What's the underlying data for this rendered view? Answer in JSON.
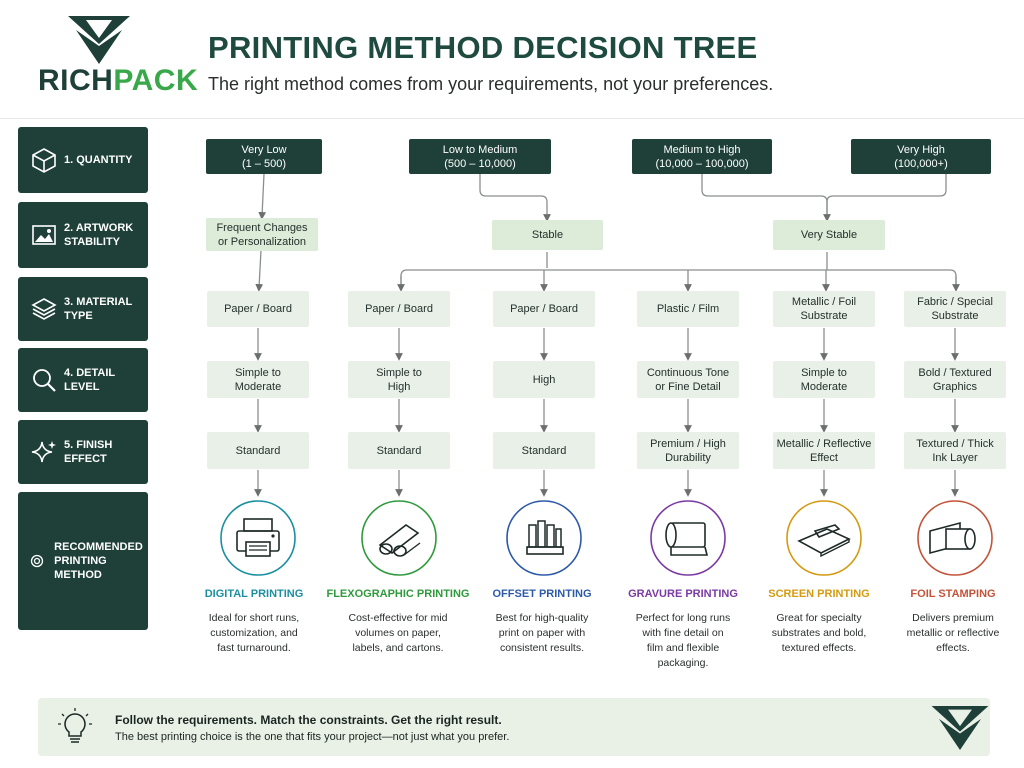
{
  "header": {
    "logo_text_rich": "RICH",
    "logo_text_pack": "PACK",
    "title": "PRINTING METHOD DECISION TREE",
    "subtitle": "The right method comes from your requirements, not your preferences."
  },
  "rows": [
    {
      "label_1": "1. QUANTITY",
      "label_2": "",
      "icon": "cube-icon"
    },
    {
      "label_1": "2. ARTWORK",
      "label_2": "STABILITY",
      "icon": "image-icon"
    },
    {
      "label_1": "3. MATERIAL",
      "label_2": "TYPE",
      "icon": "layers-icon"
    },
    {
      "label_1": "4. DETAIL",
      "label_2": "LEVEL",
      "icon": "magnifier-icon"
    },
    {
      "label_1": "5. FINISH",
      "label_2": "EFFECT",
      "icon": "sparkle-icon"
    },
    {
      "label_1": "RECOMMENDED",
      "label_2": "PRINTING METHOD",
      "icon": "target-icon"
    }
  ],
  "quantities": [
    {
      "l1": "Very Low",
      "l2": "(1 – 500)"
    },
    {
      "l1": "Low to Medium",
      "l2": "(500 – 10,000)"
    },
    {
      "l1": "Medium to High",
      "l2": "(10,000 – 100,000)"
    },
    {
      "l1": "Very High",
      "l2": "(100,000+)"
    }
  ],
  "stability": [
    {
      "l1": "Frequent Changes",
      "l2": "or Personalization"
    },
    {
      "l1": "Stable",
      "l2": ""
    },
    {
      "l1": "Very Stable",
      "l2": ""
    }
  ],
  "columns": [
    {
      "material_1": "Paper / Board",
      "material_2": "",
      "detail_1": "Simple to",
      "detail_2": "Moderate",
      "finish_1": "Standard",
      "finish_2": "",
      "method": "DIGITAL PRINTING",
      "color": "#1b8fa0",
      "desc": [
        "Ideal for short runs,",
        "customization, and",
        "fast turnaround."
      ],
      "icon": "printer-icon"
    },
    {
      "material_1": "Paper / Board",
      "material_2": "",
      "detail_1": "Simple to",
      "detail_2": "High",
      "finish_1": "Standard",
      "finish_2": "",
      "method": "FLEXOGRAPHIC PRINTING",
      "color": "#2f9a3c",
      "desc": [
        "Cost-effective for mid",
        "volumes on paper,",
        "labels, and cartons."
      ],
      "icon": "roller-icon"
    },
    {
      "material_1": "Paper / Board",
      "material_2": "",
      "detail_1": "High",
      "detail_2": "",
      "finish_1": "Standard",
      "finish_2": "",
      "method": "OFFSET PRINTING",
      "color": "#2d5aa8",
      "desc": [
        "Best for high-quality",
        "print on paper with",
        "consistent results."
      ],
      "icon": "paper-stack-icon"
    },
    {
      "material_1": "Plastic / Film",
      "material_2": "",
      "detail_1": "Continuous Tone",
      "detail_2": "or Fine Detail",
      "finish_1": "Premium / High",
      "finish_2": "Durability",
      "method": "GRAVURE PRINTING",
      "color": "#7b3aa3",
      "desc": [
        "Perfect for long runs",
        "with fine detail on",
        "film and flexible",
        "packaging."
      ],
      "icon": "film-roll-icon"
    },
    {
      "material_1": "Metallic / Foil",
      "material_2": "Substrate",
      "detail_1": "Simple to",
      "detail_2": "Moderate",
      "finish_1": "Metallic / Reflective",
      "finish_2": "Effect",
      "method": "SCREEN PRINTING",
      "color": "#d39b12",
      "desc": [
        "Great for specialty",
        "substrates and bold,",
        "textured effects."
      ],
      "icon": "squeegee-icon"
    },
    {
      "material_1": "Fabric / Special",
      "material_2": "Substrate",
      "detail_1": "Bold / Textured",
      "detail_2": "Graphics",
      "finish_1": "Textured / Thick",
      "finish_2": "Ink Layer",
      "method": "FOIL STAMPING",
      "color": "#c2543a",
      "desc": [
        "Delivers premium",
        "metallic or reflective",
        "effects."
      ],
      "icon": "foil-roll-icon"
    }
  ],
  "footer": {
    "line1": "Follow the requirements. Match the constraints. Get the right result.",
    "line2": "The best printing choice is the one that fits your project—not just what you prefer.",
    "icon": "lightbulb-icon"
  },
  "colors": {
    "dark": "#1e4039",
    "green_box": "#dcecd8",
    "accent_green": "#2f9a3c"
  }
}
